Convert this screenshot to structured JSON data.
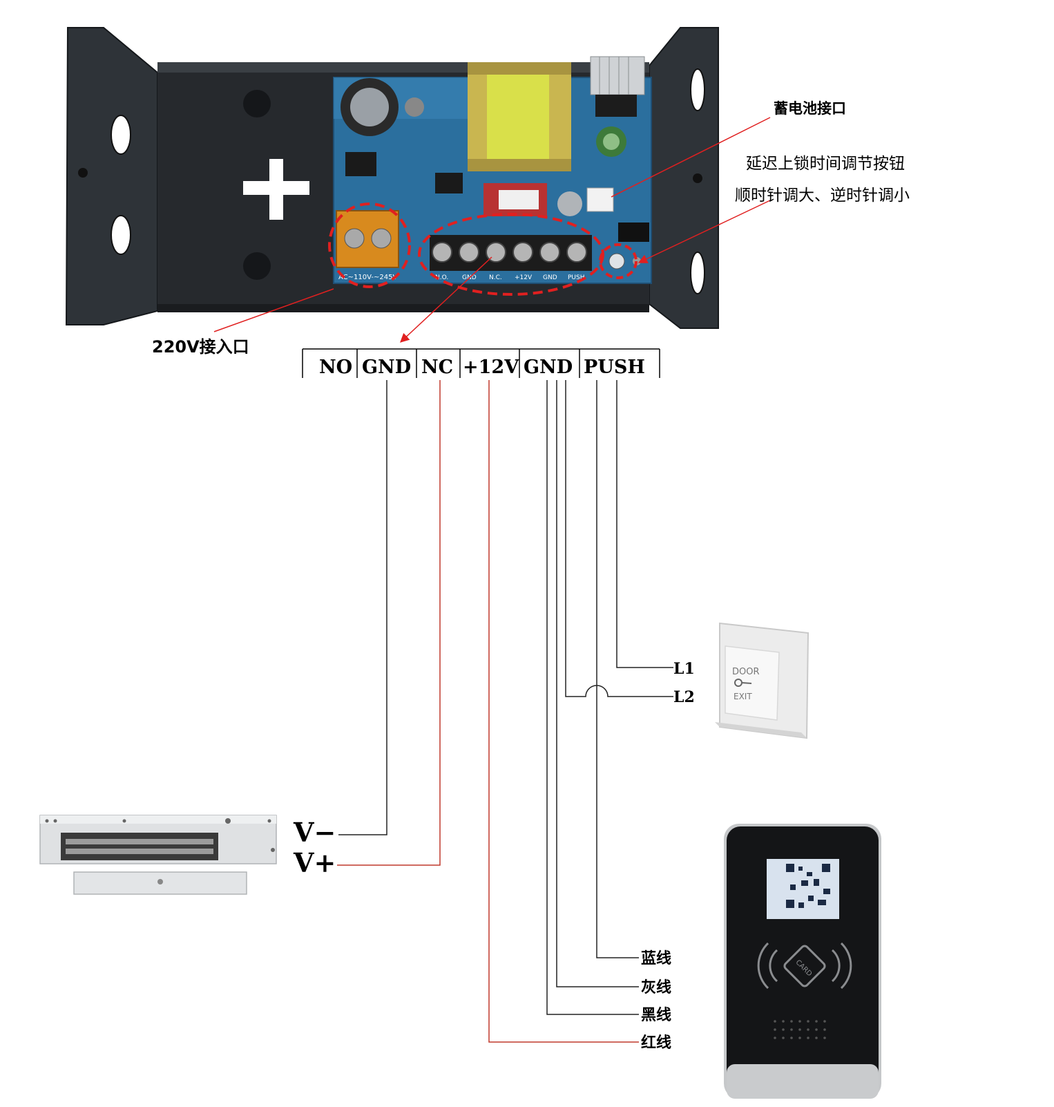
{
  "callouts": {
    "battery": "蓄电池接口",
    "delay_line1": "延迟上锁时间调节按钮",
    "delay_line2": "顺时针调大、逆时针调小",
    "ac_input": "220V接入口"
  },
  "board": {
    "ac_terminal_label": "AC~110V-~245V",
    "small_labels": [
      "N.O.",
      "GND",
      "N.C.",
      "+12V",
      "GND",
      "PUSH"
    ]
  },
  "terminals": [
    "NO",
    "GND",
    "NC",
    "+12V",
    "GND",
    "PUSH"
  ],
  "maglock": {
    "minus": "V−",
    "plus": "V+"
  },
  "exit_button": {
    "l1": "L1",
    "l2": "L2",
    "face_top": "DOOR",
    "face_bottom": "EXIT"
  },
  "reader": {
    "wires": [
      "蓝线",
      "灰线",
      "黑线",
      "红线"
    ],
    "card_text": "CARD"
  },
  "colors": {
    "red_wire": "#c0392b",
    "black_wire": "#222222",
    "callout_red": "#e02020"
  }
}
